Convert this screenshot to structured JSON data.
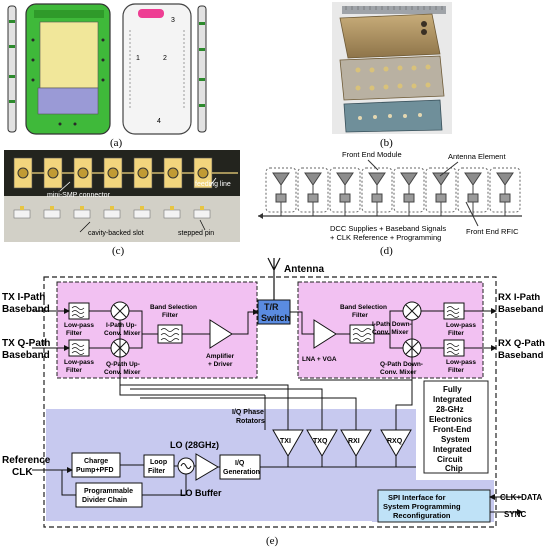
{
  "captions": {
    "a": "(a)",
    "b": "(b)",
    "c": "(c)",
    "d": "(d)",
    "e": "(e)"
  },
  "panel_a": {
    "markers": [
      "1",
      "2",
      "3",
      "4"
    ]
  },
  "panel_c": {
    "connector": "mini-SMP connector",
    "feeding_line": "feeding line",
    "slot": "cavity-backed slot",
    "pin": "stepped pin"
  },
  "panel_d": {
    "front_end_module": "Front End Module",
    "antenna_element": "Antenna Element",
    "supplies_line1": "DCC Supplies + Baseband Signals",
    "supplies_line2": "+ CLK Reference + Programming",
    "rfic": "Front End RFIC"
  },
  "panel_e": {
    "antenna": "Antenna",
    "tx_i": [
      "TX I-Path",
      "Baseband"
    ],
    "tx_q": [
      "TX Q-Path",
      "Baseband"
    ],
    "rx_i": [
      "RX I-Path",
      "Baseband"
    ],
    "rx_q": [
      "RX Q-Path",
      "Baseband"
    ],
    "tx_lpf1": [
      "Low-pass",
      "Filter"
    ],
    "tx_lpf2": [
      "Low-pass",
      "Filter"
    ],
    "tx_mix_i": [
      "I-Path Up-",
      "Conv. Mixer"
    ],
    "tx_mix_q": [
      "Q-Path Up-",
      "Conv. Mixer"
    ],
    "tx_bsf": [
      "Band Selection",
      "Filter"
    ],
    "amp": [
      "Amplifier",
      "+ Driver"
    ],
    "tr_switch": [
      "T/R",
      "Switch"
    ],
    "lna": "LNA + VGA",
    "rx_bsf": [
      "Band Selection",
      "Filter"
    ],
    "rx_mix_i": [
      "I-Path Down-",
      "Conv. Mixer"
    ],
    "rx_mix_q": [
      "Q-Path Down-",
      "Conv. Mixer"
    ],
    "rx_lpf1": [
      "Low-pass",
      "Filter"
    ],
    "rx_lpf2": [
      "Low-pass",
      "Filter"
    ],
    "rotators": [
      "I/Q Phase",
      "Rotators"
    ],
    "rot_names": [
      "TXI",
      "TXQ",
      "RXI",
      "RXQ"
    ],
    "ref_clk": [
      "Reference",
      "CLK"
    ],
    "cp": [
      "Charge",
      "Pump+PFD"
    ],
    "loop": [
      "Loop",
      "Filter"
    ],
    "lo": "LO (28GHz)",
    "divider": [
      "Programmable",
      "Divider Chain"
    ],
    "lo_buffer": "LO Buffer",
    "iq_gen": [
      "I/Q",
      "Generation"
    ],
    "chip": [
      "Fully",
      "Integrated",
      "28-GHz",
      "Electronics",
      "Front-End",
      "System",
      "Integrated",
      "Circuit",
      "Chip"
    ],
    "spi": [
      "SPI Interface for",
      "System Programming",
      "Reconfiguration"
    ],
    "clk_data": "CLK+DATA",
    "sync": "SYNC"
  }
}
